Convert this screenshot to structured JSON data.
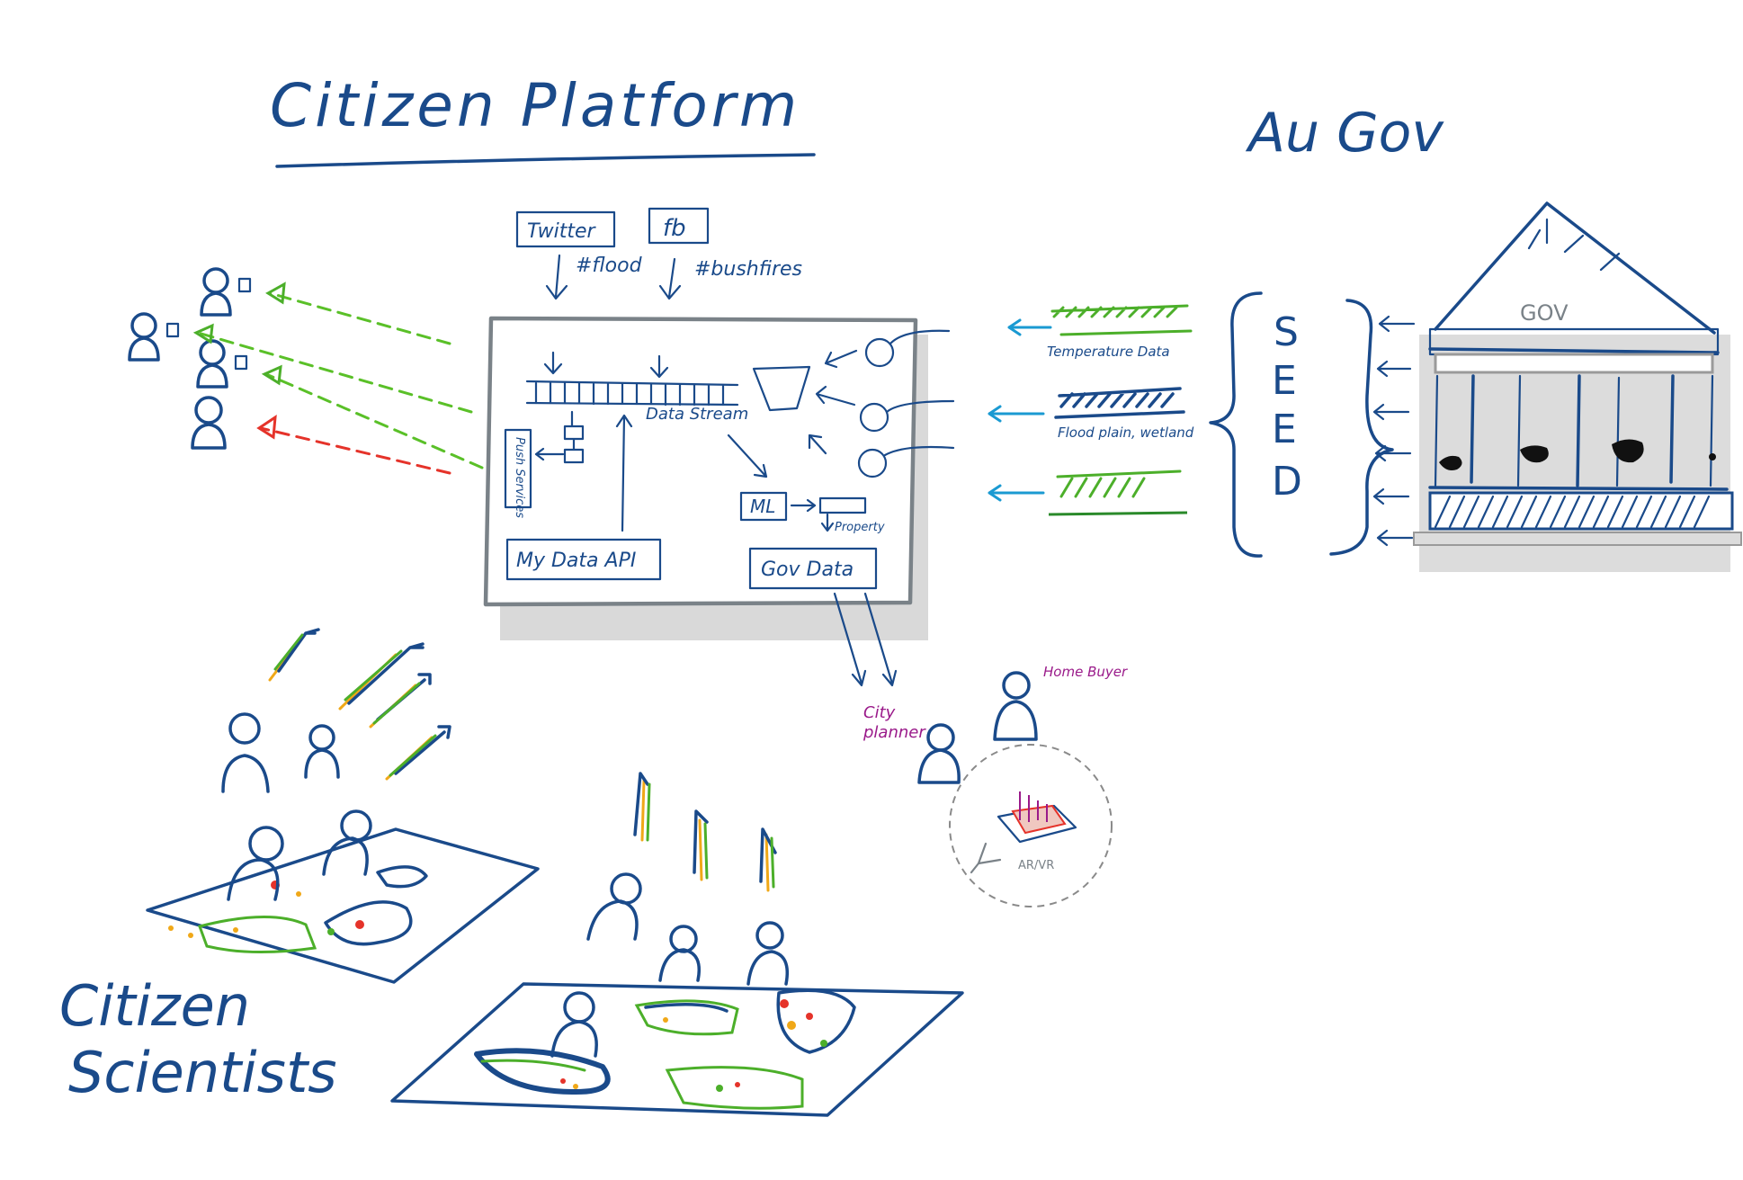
{
  "titles": {
    "platform": "Citizen Platform",
    "gov": "Au Gov",
    "scientists_line1": "Citizen",
    "scientists_line2": "Scientists"
  },
  "platform": {
    "twitter": "Twitter",
    "fb": "fb",
    "hashtag_flood": "#flood",
    "hashtag_bushfires": "#bushfires",
    "data_stream": "Data Stream",
    "push_services": "Push Services",
    "ml": "ML",
    "property": "Property",
    "my_data_api": "My Data API",
    "gov_data": "Gov Data"
  },
  "seed": {
    "letters": [
      "S",
      "E",
      "E",
      "D"
    ],
    "temperature_data": "Temperature Data",
    "flood_plain": "Flood plain, wetland"
  },
  "building": {
    "label": "GOV"
  },
  "users": {
    "city_planner_line1": "City",
    "city_planner_line2": "planner",
    "home_buyer": "Home Buyer",
    "ar_vr": "AR/VR"
  },
  "colors": {
    "ink": "#1a4a8a",
    "green": "#4caf2a",
    "red": "#e5332a",
    "orange": "#f0a818",
    "purple": "#9a1a8a",
    "teal": "#1a9ad2",
    "grey": "#7a8288"
  }
}
